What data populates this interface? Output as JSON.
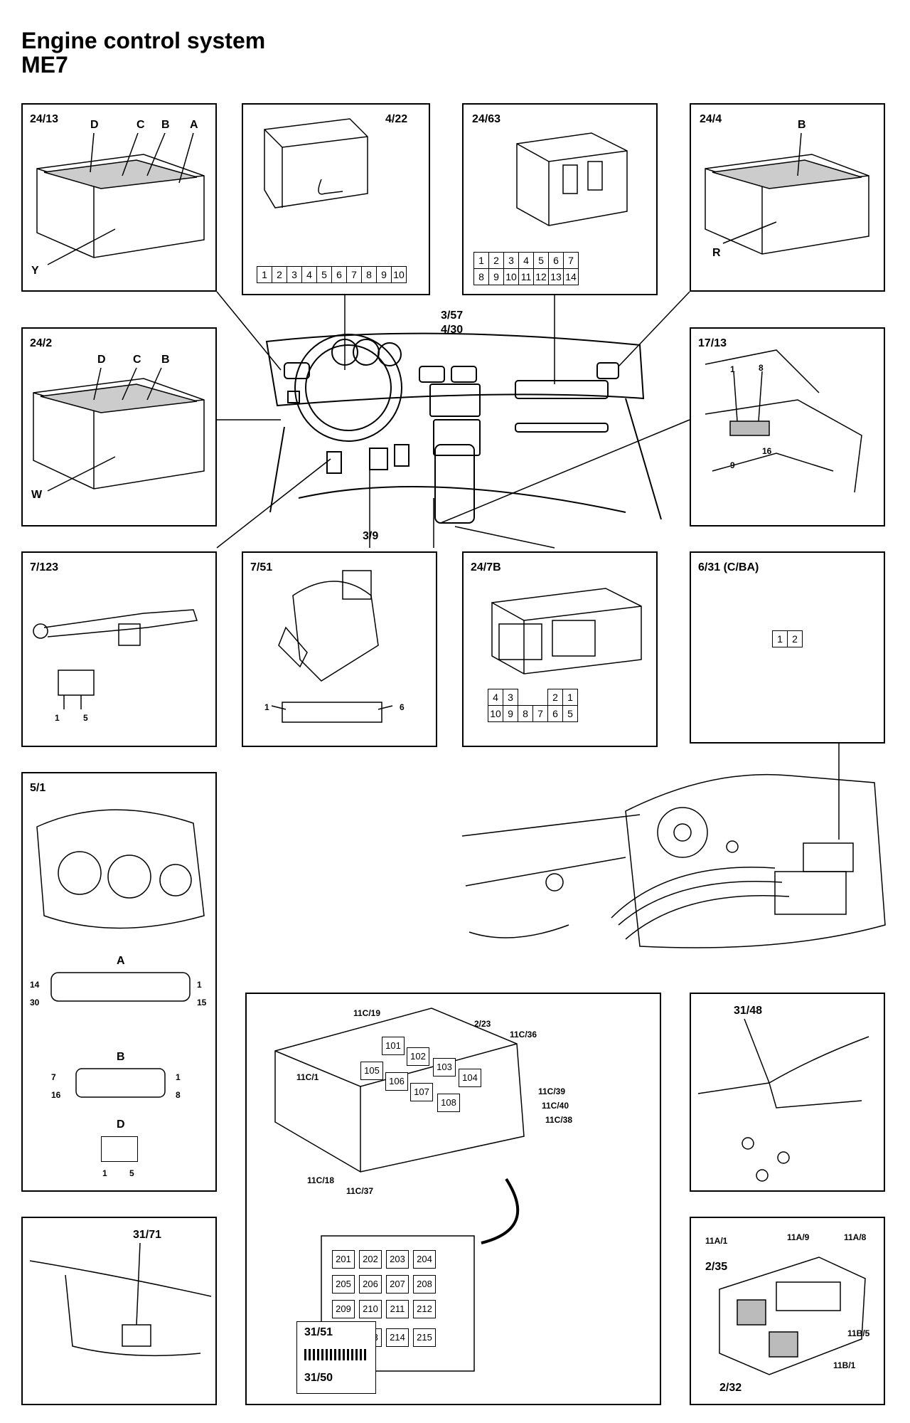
{
  "header": {
    "title_line1": "Engine control system",
    "title_line2": "ME7"
  },
  "panels": {
    "p2413": {
      "id": "24/13",
      "letters": [
        "D",
        "C",
        "B",
        "A"
      ],
      "marker": "Y"
    },
    "p422": {
      "id": "4/22",
      "pins": [
        "1",
        "2",
        "3",
        "4",
        "5",
        "6",
        "7",
        "8",
        "9",
        "10"
      ]
    },
    "p2463": {
      "id": "24/63",
      "row1": [
        "1",
        "2",
        "3",
        "4",
        "5",
        "6",
        "7"
      ],
      "row2": [
        "8",
        "9",
        "10",
        "11",
        "12",
        "13",
        "14"
      ]
    },
    "p244": {
      "id": "24/4",
      "letter": "B",
      "marker": "R"
    },
    "p242": {
      "id": "24/2",
      "letters": [
        "D",
        "C",
        "B"
      ],
      "marker": "W"
    },
    "p1713": {
      "id": "17/13",
      "pin_labels": [
        "1",
        "8",
        "16",
        "9"
      ]
    },
    "p7123": {
      "id": "7/123",
      "pin_labels": [
        "1",
        "5"
      ]
    },
    "p751": {
      "id": "7/51",
      "pin_labels": [
        "1",
        "6"
      ]
    },
    "p247b": {
      "id": "24/7B",
      "row1": [
        "4",
        "3",
        "",
        "",
        "2",
        "1"
      ],
      "row2": [
        "10",
        "9",
        "8",
        "7",
        "6",
        "5"
      ]
    },
    "p631": {
      "id": "6/31 (C/BA)",
      "pins": [
        "1",
        "2"
      ]
    },
    "p51": {
      "id": "5/1",
      "conn_a": {
        "letter": "A",
        "left_top": "14",
        "right_top": "1",
        "left_bottom": "30",
        "right_bottom": "15"
      },
      "conn_b": {
        "letter": "B",
        "left_top": "7",
        "right_top": "1",
        "left_bottom": "16",
        "right_bottom": "8"
      },
      "conn_d": {
        "letter": "D",
        "left": "1",
        "right": "5"
      }
    },
    "p3148": {
      "id": "31/48"
    },
    "p3171": {
      "id": "31/71"
    },
    "center": {
      "top_label_1": "3/57",
      "top_label_2": "4/30",
      "bottom_label": "3/9"
    },
    "relay": {
      "callouts": [
        "11C/19",
        "2/23",
        "11C/36",
        "11C/1",
        "11C/39",
        "11C/40",
        "11C/38",
        "11C/18",
        "11C/37"
      ],
      "top_fuses": [
        "101",
        "102",
        "103",
        "104",
        "105",
        "106",
        "107",
        "108"
      ],
      "fuses": [
        "201",
        "202",
        "203",
        "204",
        "205",
        "206",
        "207",
        "208",
        "209",
        "210",
        "211",
        "212",
        "213",
        "214",
        "215"
      ],
      "conn_top": "31/51",
      "conn_bottom": "31/50"
    },
    "p235": {
      "labels": [
        "11A/1",
        "11A/9",
        "11A/8",
        "2/35",
        "11B/5",
        "11B/1",
        "2/32"
      ]
    }
  }
}
